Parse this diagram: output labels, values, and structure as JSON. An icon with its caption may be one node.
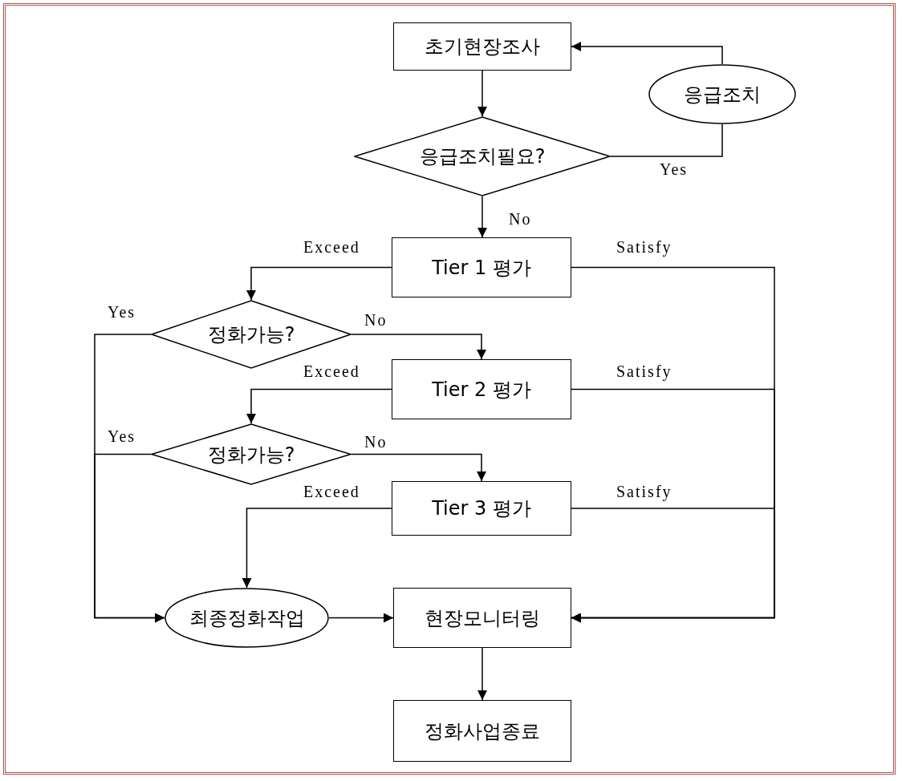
{
  "diagram": {
    "nodes": [
      {
        "text": [
          "초기현장조사"
        ]
      },
      {
        "text": [
          "응급조치"
        ]
      },
      {
        "text": [
          "응급조치필요?"
        ]
      },
      {
        "text": [
          "Tier 1 평가"
        ]
      },
      {
        "text": [
          "정화가능?"
        ]
      },
      {
        "text": [
          "Tier 2 평가"
        ]
      },
      {
        "text": [
          "정화가능?"
        ]
      },
      {
        "text": [
          "Tier 3 평가"
        ]
      },
      {
        "text": [
          "최종정화작업"
        ]
      },
      {
        "text": [
          "현장모니터링"
        ]
      },
      {
        "text": [
          "정화사업종료"
        ]
      }
    ],
    "edges": [
      {
        "from": 0,
        "to": 2,
        "arrow": "to"
      },
      {
        "from": 2,
        "to": 1,
        "arrow": "none",
        "label": "Yes"
      },
      {
        "from": 1,
        "to": 0,
        "arrow": "to"
      },
      {
        "from": 2,
        "to": 3,
        "arrow": "to",
        "label": "No"
      },
      {
        "from": 3,
        "to": 4,
        "arrow": "to",
        "label": "Exceed"
      },
      {
        "from": 4,
        "to": 5,
        "arrow": "to",
        "label": "No"
      },
      {
        "from": 4,
        "to": 8,
        "arrow": "to",
        "label": "Yes"
      },
      {
        "from": 5,
        "to": 6,
        "arrow": "to",
        "label": "Exceed"
      },
      {
        "from": 6,
        "to": 7,
        "arrow": "to",
        "label": "No"
      },
      {
        "from": 6,
        "to": 8,
        "arrow": "to",
        "label": "Yes"
      },
      {
        "from": 7,
        "to": 8,
        "arrow": "to",
        "label": "Exceed"
      },
      {
        "from": 3,
        "to": 9,
        "arrow": "to",
        "label": "Satisfy"
      },
      {
        "from": 5,
        "to": 9,
        "arrow": "to",
        "label": "Satisfy"
      },
      {
        "from": 7,
        "to": 9,
        "arrow": "to",
        "label": "Satisfy"
      },
      {
        "from": 8,
        "to": 9,
        "arrow": "to"
      },
      {
        "from": 9,
        "to": 10,
        "arrow": "to"
      }
    ]
  }
}
